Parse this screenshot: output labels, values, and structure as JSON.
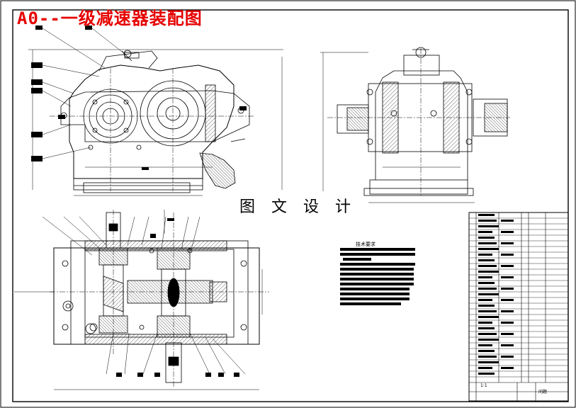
{
  "drawing": {
    "title": "A0--一级减速器装配图",
    "stamp": "图 文 设 计",
    "tech_requirements_title": "技术要求",
    "title_block": {
      "scale": "1:1",
      "name": "问题"
    },
    "colors": {
      "title": "#e60000",
      "lines": "#000000",
      "paper": "#ffffff",
      "hatch": "#000000"
    }
  }
}
